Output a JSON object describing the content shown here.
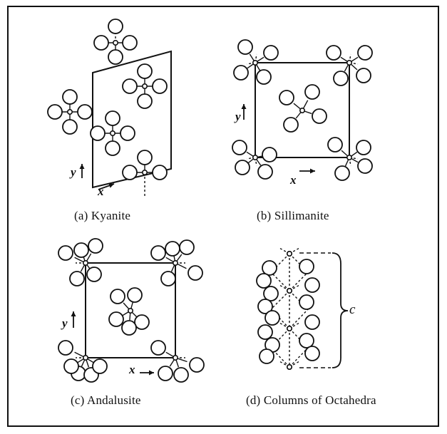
{
  "panels": [
    {
      "id": "a",
      "caption": "(a)   Kyanite",
      "x_label": "x",
      "y_label": "y"
    },
    {
      "id": "b",
      "caption": "(b)    Sillimanite",
      "x_label": "x",
      "y_label": "y"
    },
    {
      "id": "c",
      "caption": "(c)   Andalusite",
      "x_label": "x",
      "y_label": "y"
    },
    {
      "id": "d",
      "caption": "(d) Columns of Octahedra",
      "bracket_label": "c"
    }
  ],
  "colors": {
    "ink": "#111111",
    "paper": "#ffffff"
  }
}
